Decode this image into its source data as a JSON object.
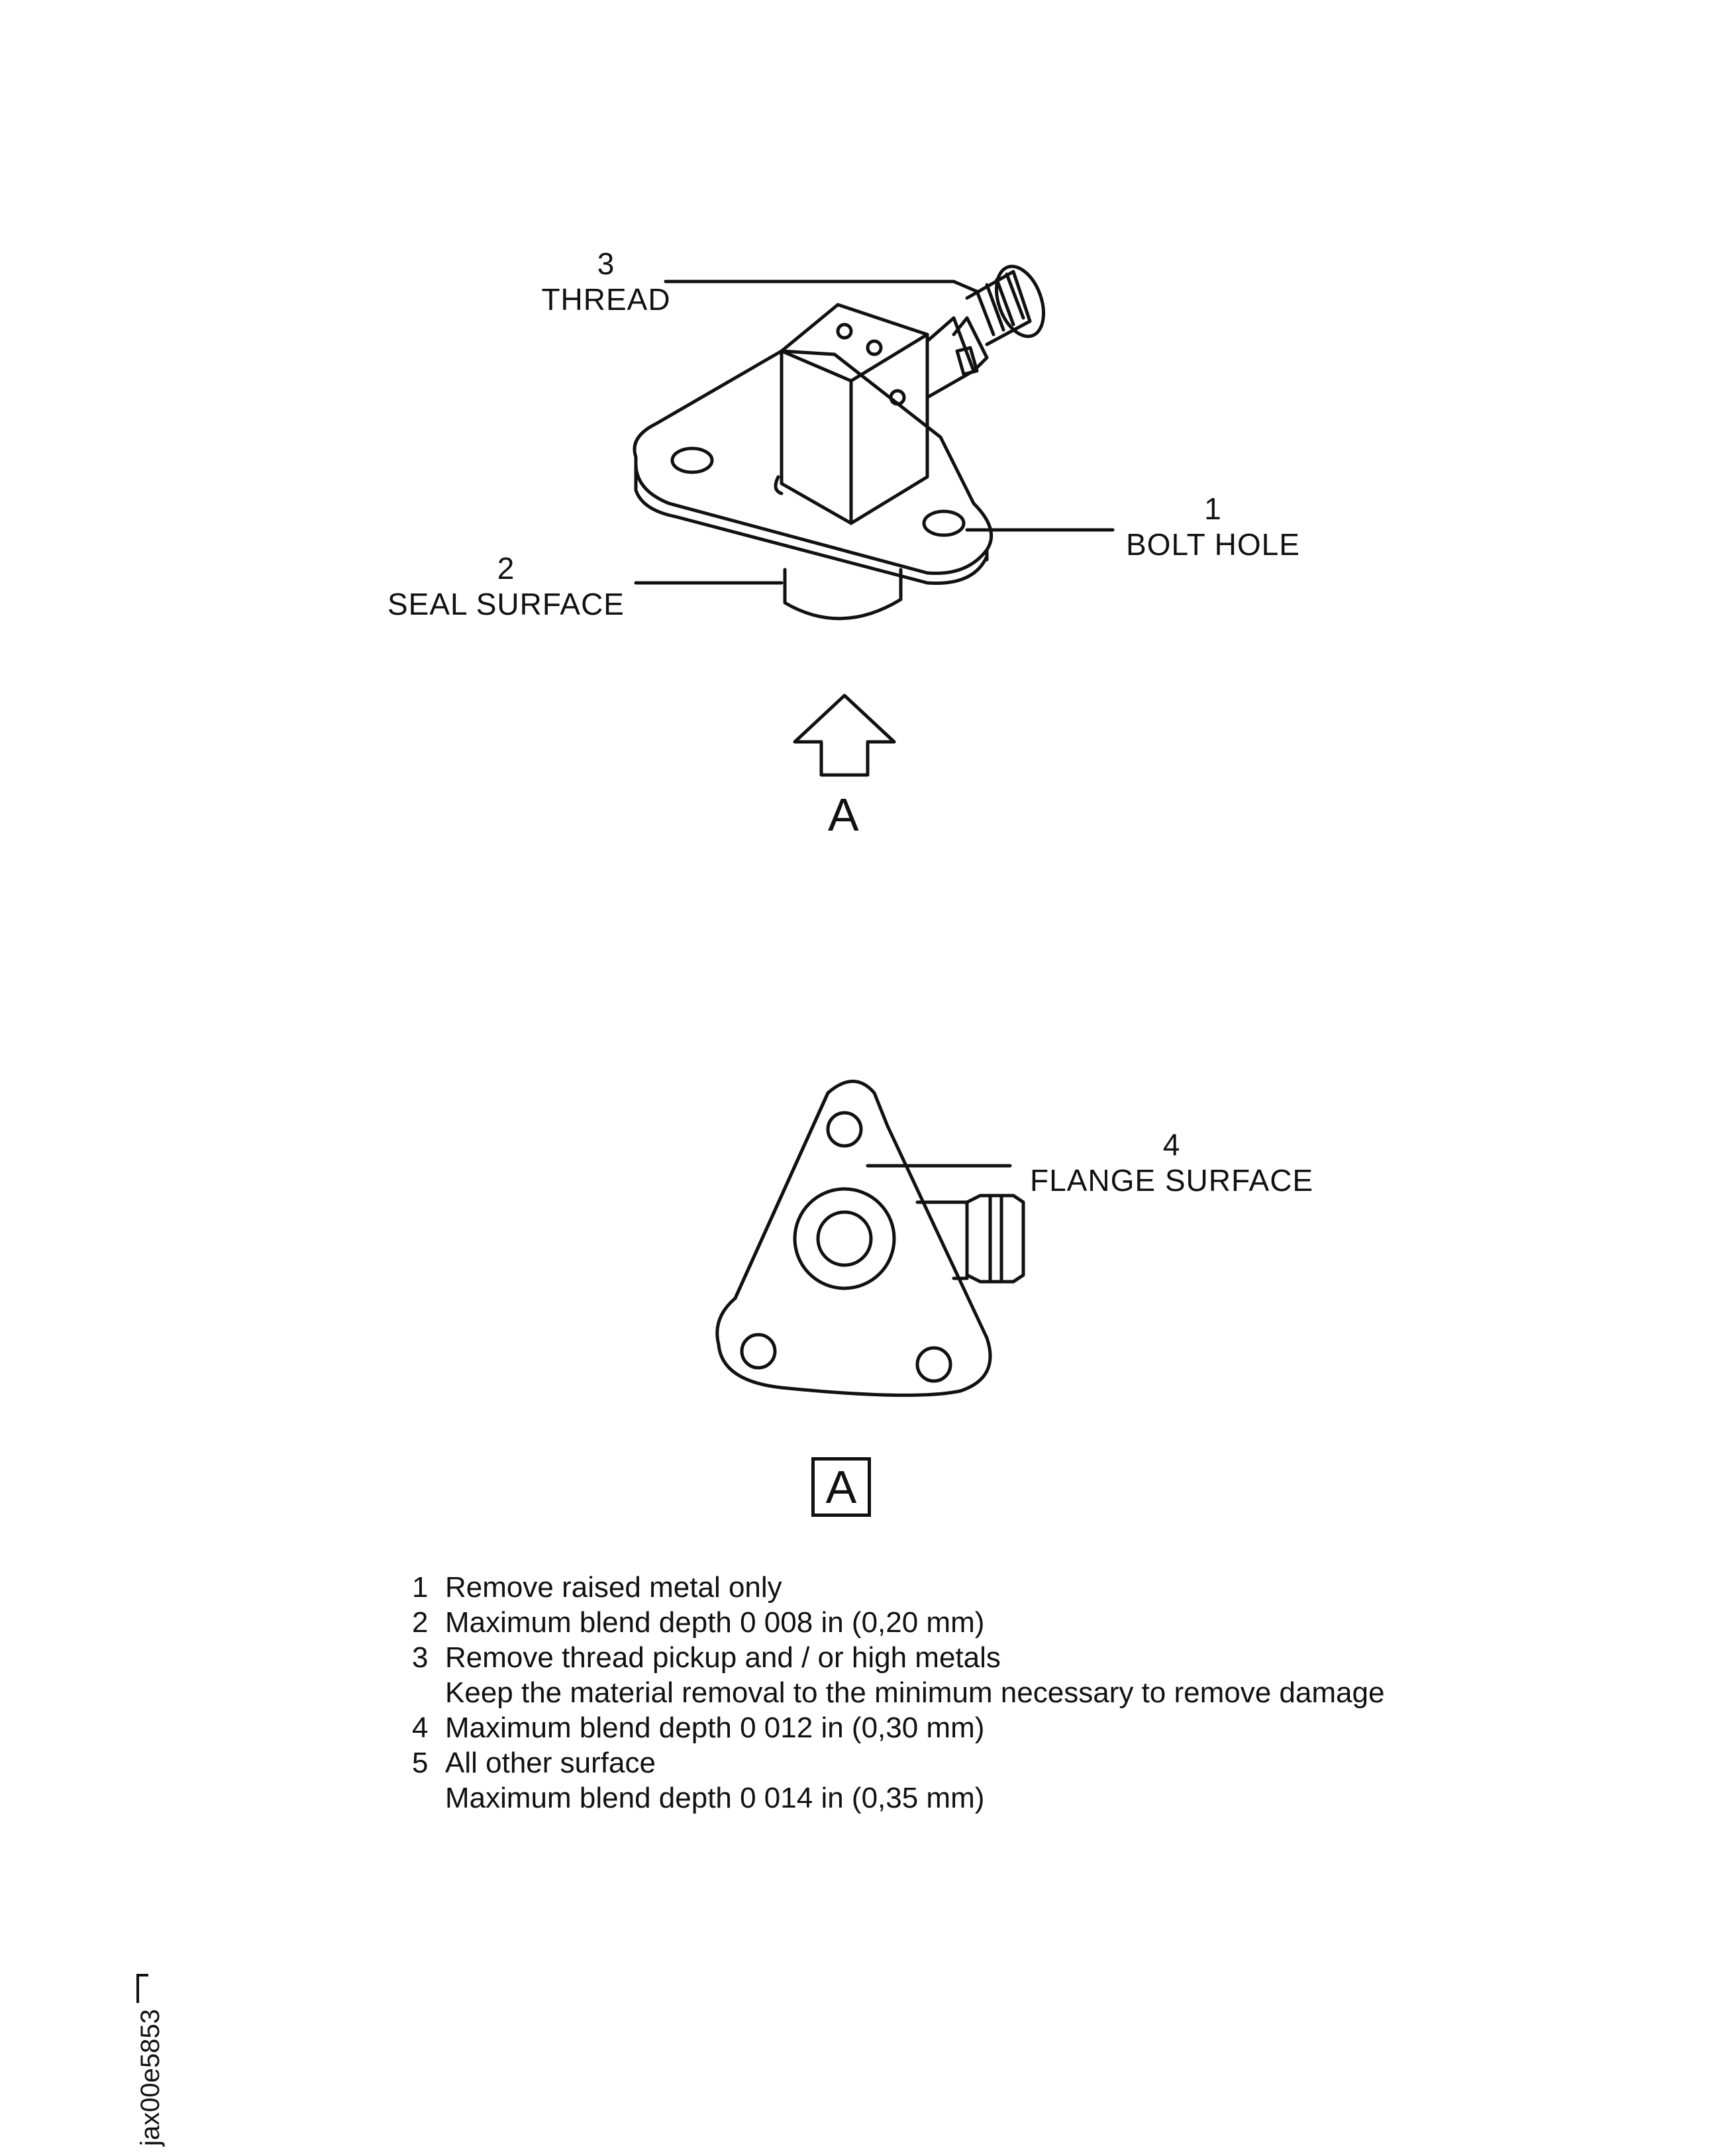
{
  "callouts": {
    "thread": {
      "number": "3",
      "label": "THREAD"
    },
    "bolt_hole": {
      "number": "1",
      "label": "BOLT  HOLE"
    },
    "seal_surface": {
      "number": "2",
      "label": "SEAL  SURFACE"
    },
    "flange_surface": {
      "number": "4",
      "label": "FLANGE  SURFACE"
    }
  },
  "view_arrow_label": "A",
  "view_box_label": "A",
  "notes": [
    {
      "num": "1",
      "text": "Remove  raised  metal  only"
    },
    {
      "num": "2",
      "text": "Maximum  blend  depth  0 008 in  (0,20  mm)"
    },
    {
      "num": "3",
      "text": "Remove  thread  pickup  and / or  high  metals"
    },
    {
      "num": "",
      "text": "Keep  the  material  removal  to  the  minimum  necessary  to  remove  damage"
    },
    {
      "num": "4",
      "text": "Maximum  blend  depth  0 012 in  (0,30  mm)"
    },
    {
      "num": "5",
      "text": "All  other  surface"
    },
    {
      "num": "",
      "text": "Maximum  blend  depth  0 014  in  (0,35  mm)"
    }
  ],
  "figure_id": "jax00e5853"
}
